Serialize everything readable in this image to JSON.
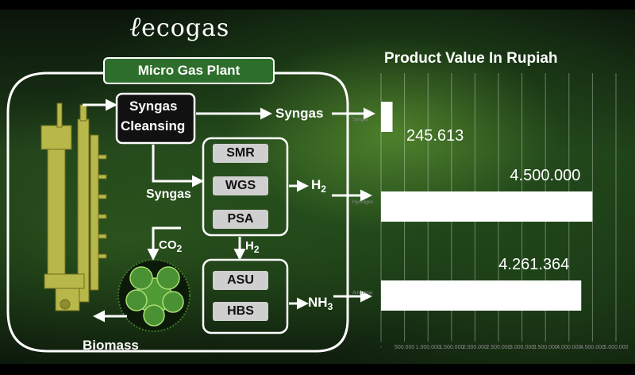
{
  "brand": {
    "logo_text": "ecogas"
  },
  "diagram": {
    "title": "Micro Gas Plant",
    "cleansing_line1": "Syngas",
    "cleansing_line2": "Cleansing",
    "syngas_out_label": "Syngas",
    "syngas_branch_label": "Syngas",
    "nodes": [
      "SMR",
      "WGS",
      "PSA",
      "ASU",
      "HBS"
    ],
    "h2_out_label": "H",
    "h2_out_sub": "2",
    "h2_mid_label": "H",
    "h2_mid_sub": "2",
    "co2_label": "CO",
    "co2_sub": "2",
    "nh3_label": "NH",
    "nh3_sub": "3",
    "biomass_label": "Biomass",
    "colors": {
      "title_box": "#2e6e2c",
      "node_fill": "#cfcfcf",
      "reactor": "#b8b84a"
    }
  },
  "chart_data": {
    "type": "bar",
    "orientation": "horizontal",
    "title": "Product Value In Rupiah",
    "categories": [
      "Syngas",
      "Hydrogen",
      "Ammonia"
    ],
    "values": [
      245613,
      4500000,
      4261364
    ],
    "value_labels": [
      "245.613",
      "4.500.000",
      "4.261.364"
    ],
    "xlim": [
      0,
      5000000
    ],
    "xticks": [
      "-",
      "500.000",
      "1.000.000",
      "1.500.000",
      "2.000.000",
      "2.500.000",
      "3.000.000",
      "3.500.000",
      "4.000.000",
      "4.500.000",
      "5.000.000"
    ],
    "grid": true,
    "bar_color": "#ffffff"
  }
}
